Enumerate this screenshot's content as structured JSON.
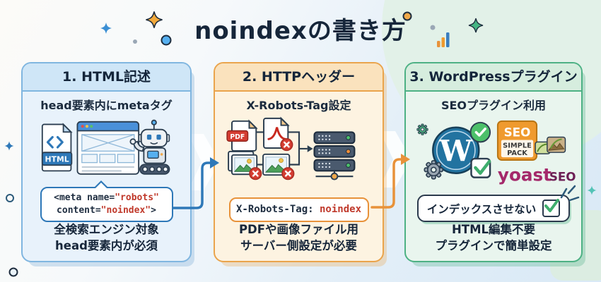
{
  "title": "noindexの書き方",
  "colors": {
    "text_dark": "#1b2b3e",
    "blue_accent": "#2e78b8",
    "orange_accent": "#e8923a",
    "green_accent": "#4db184",
    "code_red": "#c0392b",
    "badge_red": "#d43d32",
    "wordpress_blue": "#2273a0",
    "yoast_purple": "#a4286a"
  },
  "panel1": {
    "header": "1. HTML記述",
    "subtitle": "head要素内にmetaタグ",
    "file_label": "HTML",
    "code_line1_plain": "<meta name=",
    "code_line1_red": "\"robots\"",
    "code_line2_plain": "content=",
    "code_line2_red": "\"noindex\"",
    "code_line2_end": ">",
    "note1": "全検索エンジン対象",
    "note2": "head要素内が必須"
  },
  "panel2": {
    "header": "2. HTTPヘッダー",
    "subtitle": "X-Robots-Tag設定",
    "pdf_label": "PDF",
    "code_plain": "X-Robots-Tag: ",
    "code_red": "noindex",
    "note1": "PDFや画像ファイル用",
    "note2": "サーバー側設定が必要"
  },
  "panel3": {
    "header": "3. WordPressプラグイン",
    "subtitle": "SEOプラグイン利用",
    "wordpress_letter": "W",
    "seo_pack_line1": "SEO",
    "seo_pack_line2": "SIMPLE",
    "seo_pack_line3": "PACK",
    "yoast_word": "yoast",
    "yoast_seo": "SEO",
    "checkbox_label": "インデックスさせない",
    "note1": "HTML編集不要",
    "note2": "プラグインで簡単設定"
  }
}
